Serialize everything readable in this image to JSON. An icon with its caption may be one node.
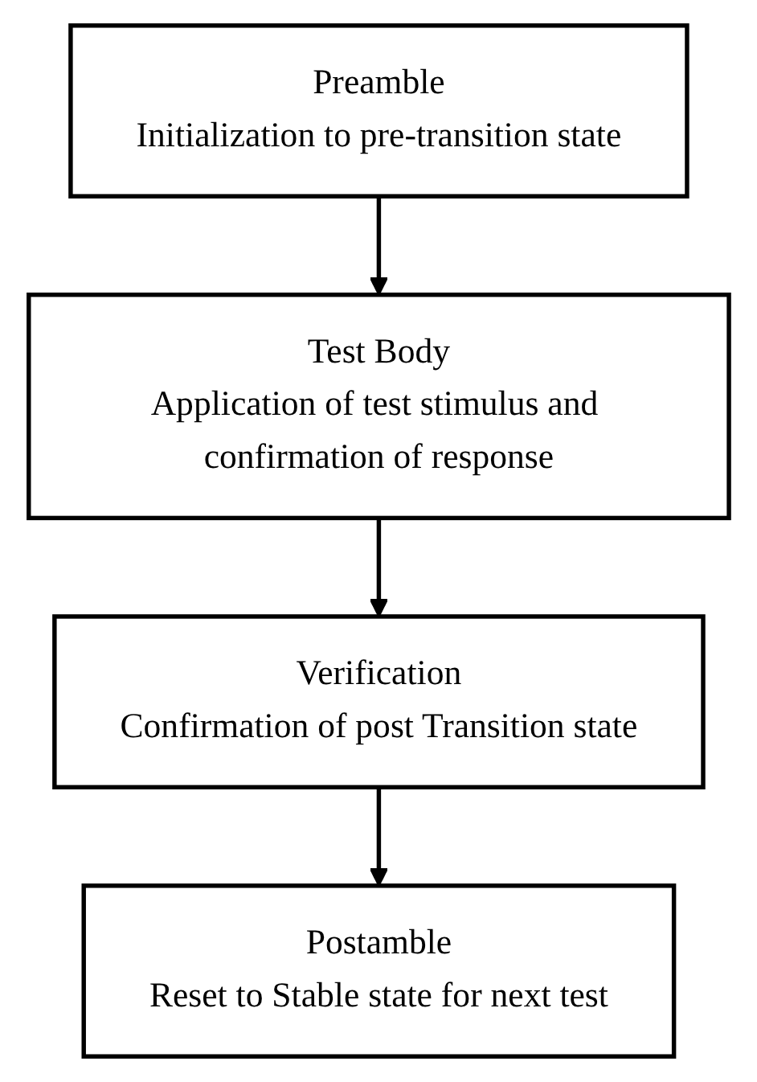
{
  "diagram": {
    "nodes": [
      {
        "text": [
          "Preamble",
          "Initialization to pre-transition state"
        ]
      },
      {
        "text": [
          "Test Body",
          "Application of test stimulus and confirmation of response"
        ]
      },
      {
        "text": [
          "Verification",
          "Confirmation of post Transition state"
        ]
      },
      {
        "text": [
          "Postamble",
          "Reset to Stable state for next test"
        ]
      }
    ],
    "edges": [
      {
        "from": 0,
        "to": 1,
        "arrow": "to"
      },
      {
        "from": 1,
        "to": 2,
        "arrow": "to"
      },
      {
        "from": 2,
        "to": 3,
        "arrow": "to"
      }
    ]
  }
}
